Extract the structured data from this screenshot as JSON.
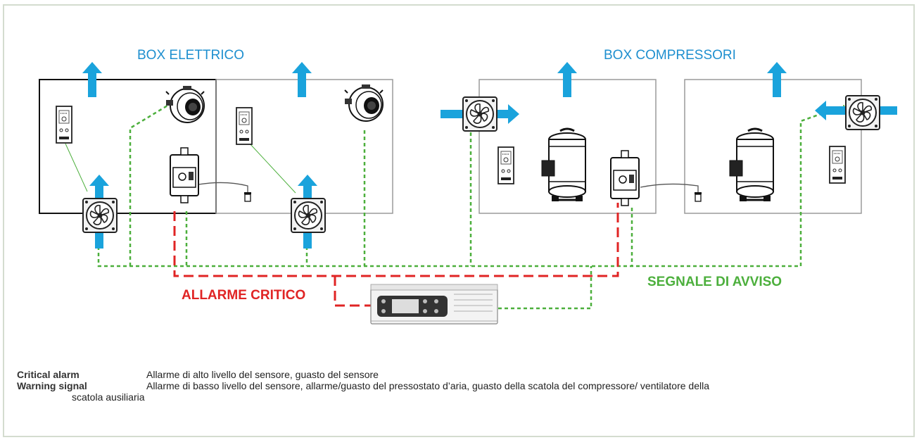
{
  "labels": {
    "box_electrical": "BOX ELETTRICO",
    "box_compressors": "BOX COMPRESSORI",
    "critical_alarm": "ALLARME CRITICO",
    "warning_signal": "SEGNALE DI AVVISO"
  },
  "legend": {
    "critical_term": "Critical alarm",
    "critical_desc": "Allarme di alto livello del sensore, guasto del sensore",
    "warning_term": "Warning signal",
    "warning_desc": "Allarme di basso livello del sensore, allarme/guasto del pressostato d’aria, guasto della scatola del compressore/ ventilatore della",
    "warning_desc_cont": "scatola ausiliaria"
  },
  "colors": {
    "airflow": "#1aa3dc",
    "critical": "#e02424",
    "warning": "#4caf3c",
    "title_blue": "#1e8fcf",
    "box_border": "#9a9a9a"
  },
  "icons": [
    "fan-icon",
    "air-pressure-switch-icon",
    "thermostat-icon",
    "gas-sensor-icon",
    "compressor-icon",
    "controller-icon",
    "airflow-arrow-icon"
  ]
}
